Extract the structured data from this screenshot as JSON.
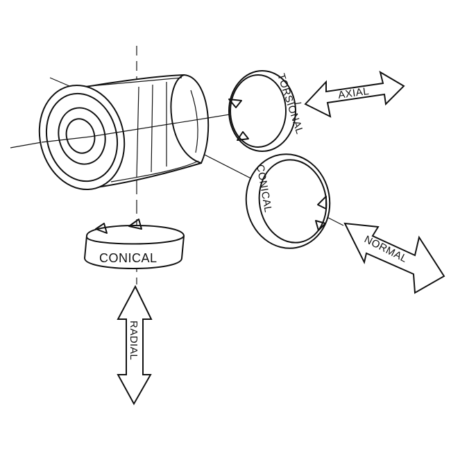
{
  "labels": {
    "torsional": "TORSIONAL",
    "axial": "AXIAL",
    "conical_right": "CONICAL",
    "normal": "NORMAL",
    "conical_bottom": "CONICAL",
    "radial": "RADIAL"
  },
  "colors": {
    "ink": "#111111",
    "background": "#ffffff"
  }
}
